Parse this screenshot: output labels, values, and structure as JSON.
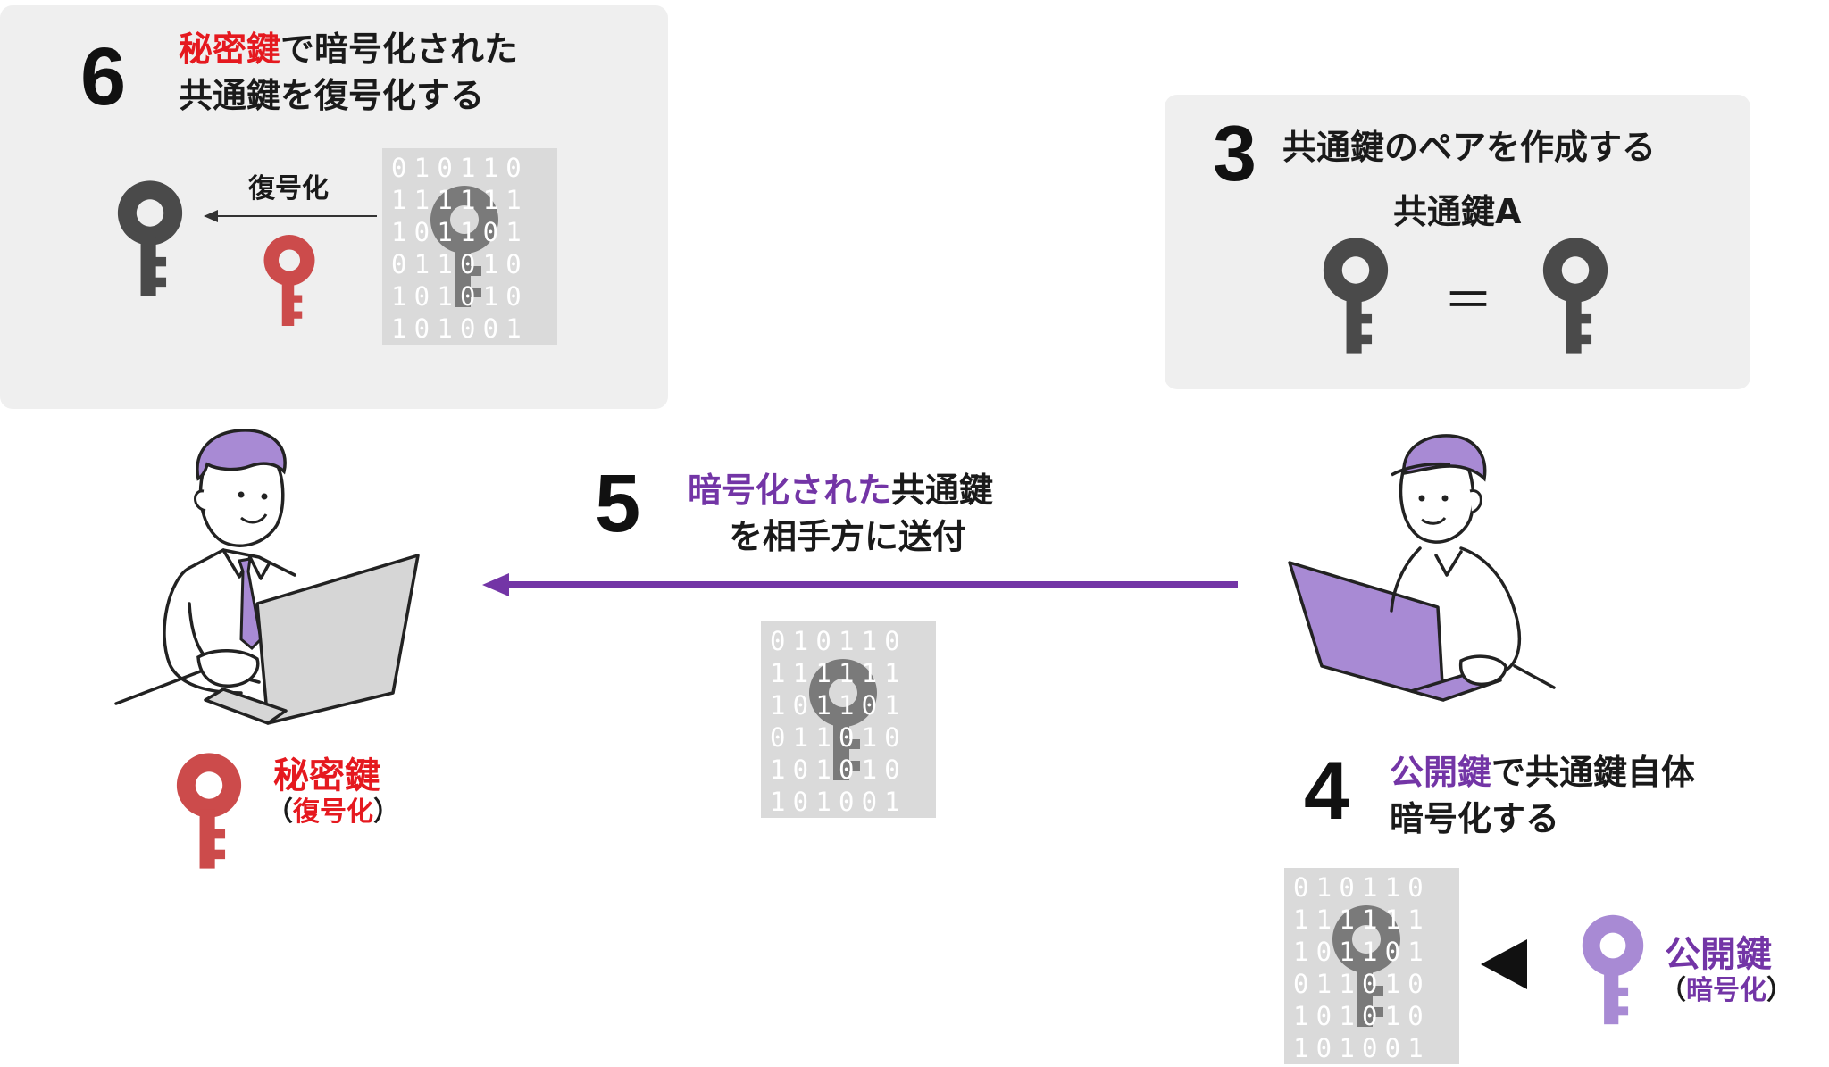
{
  "step6": {
    "number": "6",
    "title_line1_em": "秘密鍵",
    "title_line1_rest": "で暗号化された",
    "title_line2": "共通鍵を復号化する",
    "arrow_label": "復号化"
  },
  "step3": {
    "number": "3",
    "title": "共通鍵のペアを作成する",
    "subtitle": "共通鍵A",
    "equals": "＝"
  },
  "step5": {
    "number": "5",
    "line1_em": "暗号化された",
    "line1_rest": "共通鍵",
    "line2": "を相手方に送付"
  },
  "step4": {
    "number": "4",
    "line1_em": "公開鍵",
    "line1_rest": "で共通鍵自体",
    "line2": "暗号化する"
  },
  "private_key": {
    "label": "秘密鍵",
    "paren_open": "（",
    "sub": "復号化",
    "paren_close": "）"
  },
  "public_key": {
    "label": "公開鍵",
    "paren_open": "（",
    "sub": "暗号化",
    "paren_close": "）"
  },
  "binary_rows": [
    "010110",
    "111111",
    "101101",
    "011010",
    "101010",
    "101001"
  ],
  "colors": {
    "panel_bg": "#efefef",
    "red": "#e5191f",
    "purple": "#7335a6",
    "private_key": "#cc4b4b",
    "public_key": "#a88ad4",
    "common_key": "#4a4a4a",
    "laptop_purple": "#a88ad4",
    "laptop_gray": "#d6d6d6"
  },
  "icons": {
    "key": "key-icon",
    "person": "person-icon",
    "laptop": "laptop-icon",
    "encrypted": "encrypted-key-icon"
  }
}
